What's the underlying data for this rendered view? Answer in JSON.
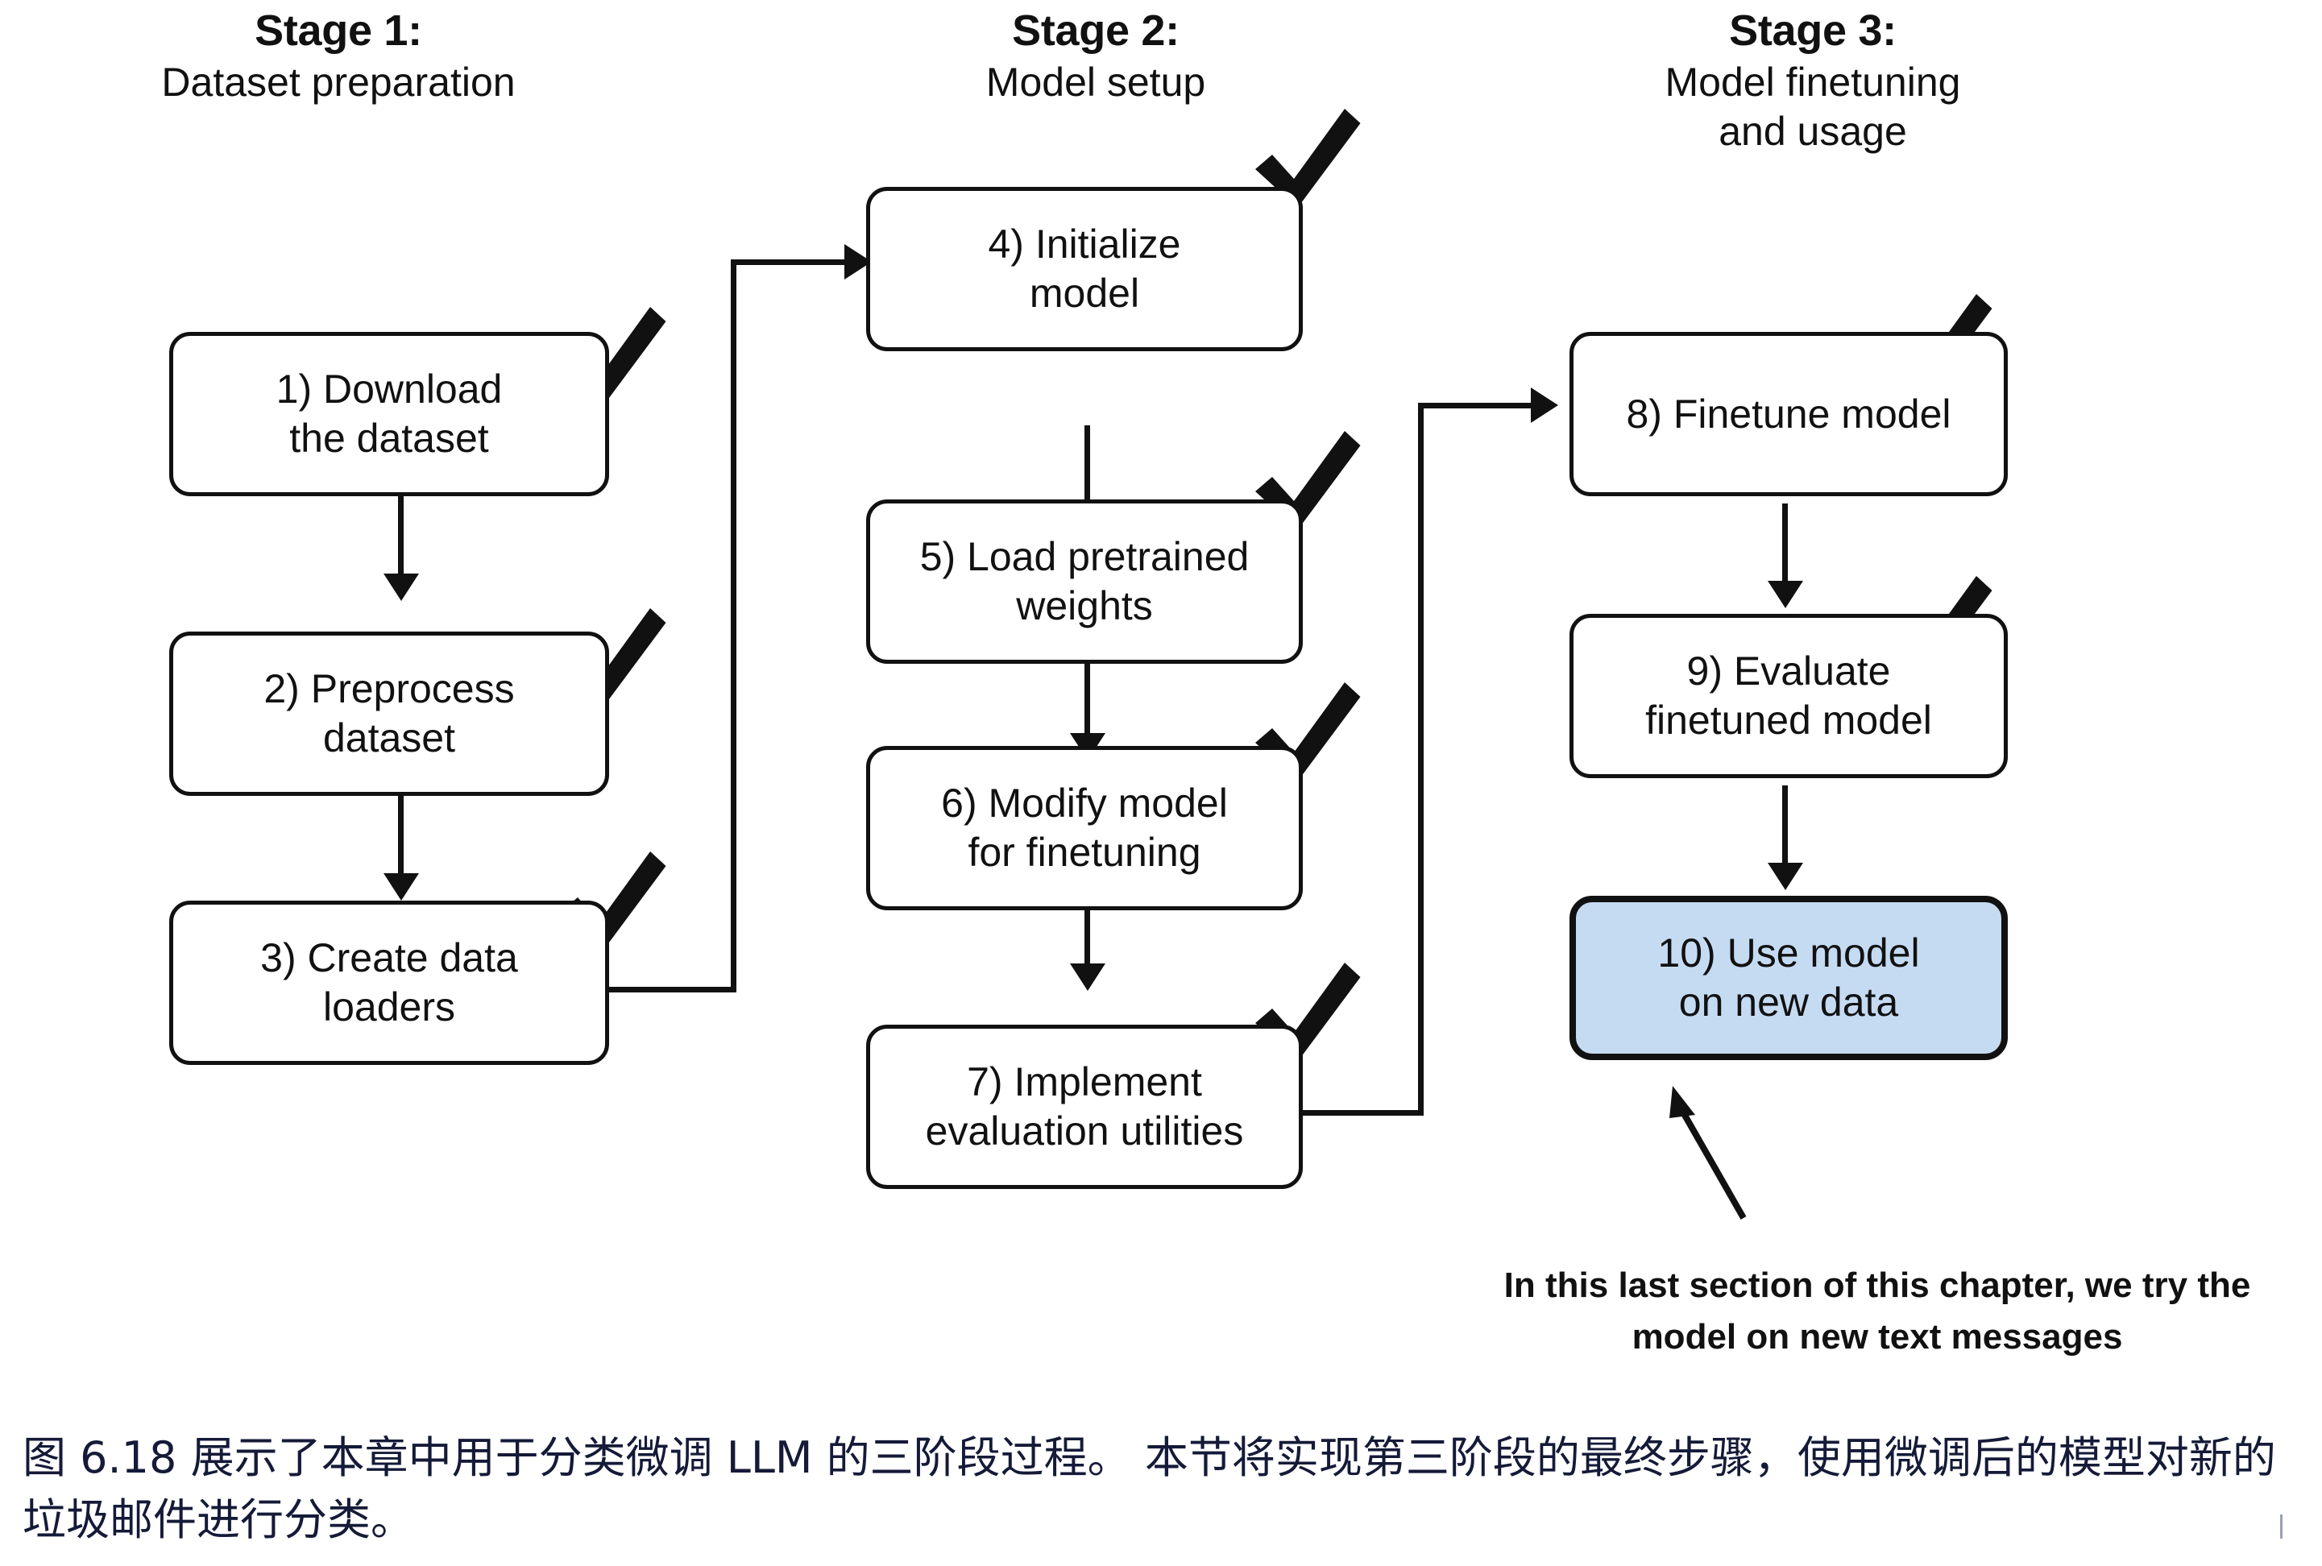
{
  "figure": {
    "stages": [
      {
        "id": "stage-1",
        "title": "Stage 1:",
        "subtitle": "Dataset preparation"
      },
      {
        "id": "stage-2",
        "title": "Stage 2:",
        "subtitle": "Model setup"
      },
      {
        "id": "stage-3",
        "title": "Stage 3:",
        "subtitle": "Model finetuning\nand usage"
      }
    ],
    "nodes": [
      {
        "id": "step-1",
        "label": "1) Download\nthe dataset",
        "stage": "stage-1",
        "checked": true,
        "highlight": false
      },
      {
        "id": "step-2",
        "label": "2) Preprocess\ndataset",
        "stage": "stage-1",
        "checked": true,
        "highlight": false
      },
      {
        "id": "step-3",
        "label": "3) Create data\nloaders",
        "stage": "stage-1",
        "checked": true,
        "highlight": false
      },
      {
        "id": "step-4",
        "label": "4) Initialize\nmodel",
        "stage": "stage-2",
        "checked": true,
        "highlight": false
      },
      {
        "id": "step-5",
        "label": "5) Load pretrained\nweights",
        "stage": "stage-2",
        "checked": true,
        "highlight": false
      },
      {
        "id": "step-6",
        "label": "6) Modify model\nfor finetuning",
        "stage": "stage-2",
        "checked": true,
        "highlight": false
      },
      {
        "id": "step-7",
        "label": "7) Implement\nevaluation utilities",
        "stage": "stage-2",
        "checked": true,
        "highlight": false
      },
      {
        "id": "step-8",
        "label": "8) Finetune model",
        "stage": "stage-3",
        "checked": true,
        "highlight": false
      },
      {
        "id": "step-9",
        "label": "9) Evaluate\nfinetuned model",
        "stage": "stage-3",
        "checked": true,
        "highlight": false
      },
      {
        "id": "step-10",
        "label": "10) Use model\non new data",
        "stage": "stage-3",
        "checked": false,
        "highlight": true
      }
    ],
    "callout": {
      "text": "In this last section of this chapter, we try the\nmodel on new text messages"
    },
    "colors": {
      "highlight_fill": "#c5dbf2",
      "stroke": "#111111",
      "caption_text": "#151a38",
      "background": "#ffffff"
    }
  },
  "caption": {
    "text": "图 6.18 展示了本章中用于分类微调 LLM 的三阶段过程。 本节将实现第三阶段的最终步骤，使用微调后的模型对新的垃圾邮件进行分类。"
  }
}
